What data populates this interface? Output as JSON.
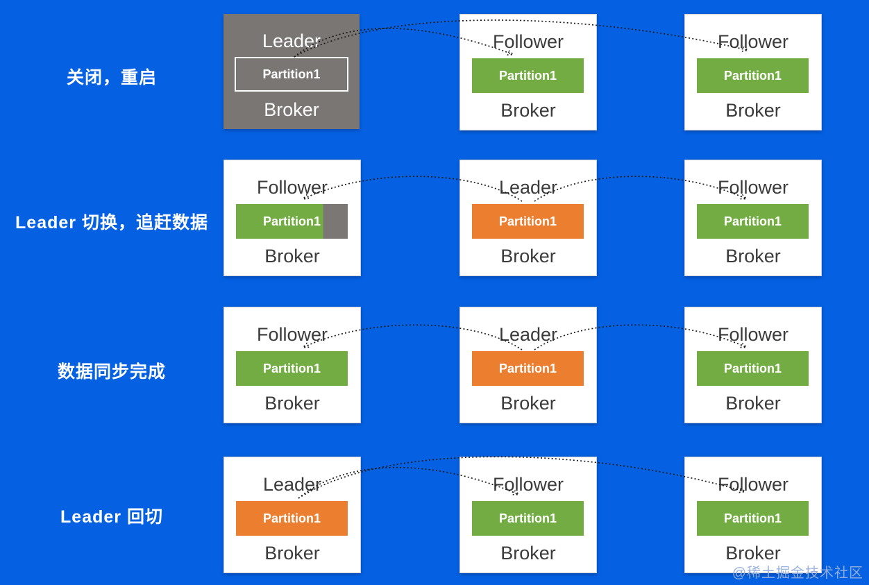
{
  "title": "Kafka partition leader failover diagram",
  "watermark": "@稀土掘金技术社区",
  "colors": {
    "background": "#0561E2",
    "partition_green": "#73AC43",
    "partition_orange": "#EC7E2F",
    "offline_broker_gray": "#7A7674",
    "lag_tail_gray": "#7B7774",
    "box_background": "#FFFFFF",
    "box_text": "#3B3B3B",
    "label_text": "#FFFFFF",
    "arrow": "#1B1B1B"
  },
  "rows": [
    {
      "label": "关闭，重启",
      "brokers": [
        {
          "role": "Leader",
          "partition": "Partition1",
          "broker": "Broker",
          "box_variant": "gray",
          "partition_variant": "outlined"
        },
        {
          "role": "Follower",
          "partition": "Partition1",
          "broker": "Broker",
          "box_variant": "white",
          "partition_variant": "green"
        },
        {
          "role": "Follower",
          "partition": "Partition1",
          "broker": "Broker",
          "box_variant": "white",
          "partition_variant": "green"
        }
      ]
    },
    {
      "label": "Leader 切换，追赶数据",
      "brokers": [
        {
          "role": "Follower",
          "partition": "Partition1",
          "broker": "Broker",
          "box_variant": "white",
          "partition_variant": "green-tail"
        },
        {
          "role": "Leader",
          "partition": "Partition1",
          "broker": "Broker",
          "box_variant": "white",
          "partition_variant": "orange"
        },
        {
          "role": "Follower",
          "partition": "Partition1",
          "broker": "Broker",
          "box_variant": "white",
          "partition_variant": "green"
        }
      ]
    },
    {
      "label": "数据同步完成",
      "brokers": [
        {
          "role": "Follower",
          "partition": "Partition1",
          "broker": "Broker",
          "box_variant": "white",
          "partition_variant": "green"
        },
        {
          "role": "Leader",
          "partition": "Partition1",
          "broker": "Broker",
          "box_variant": "white",
          "partition_variant": "orange"
        },
        {
          "role": "Follower",
          "partition": "Partition1",
          "broker": "Broker",
          "box_variant": "white",
          "partition_variant": "green"
        }
      ]
    },
    {
      "label": "Leader 回切",
      "brokers": [
        {
          "role": "Leader",
          "partition": "Partition1",
          "broker": "Broker",
          "box_variant": "white",
          "partition_variant": "orange"
        },
        {
          "role": "Follower",
          "partition": "Partition1",
          "broker": "Broker",
          "box_variant": "white",
          "partition_variant": "green"
        },
        {
          "role": "Follower",
          "partition": "Partition1",
          "broker": "Broker",
          "box_variant": "white",
          "partition_variant": "green"
        }
      ]
    }
  ]
}
